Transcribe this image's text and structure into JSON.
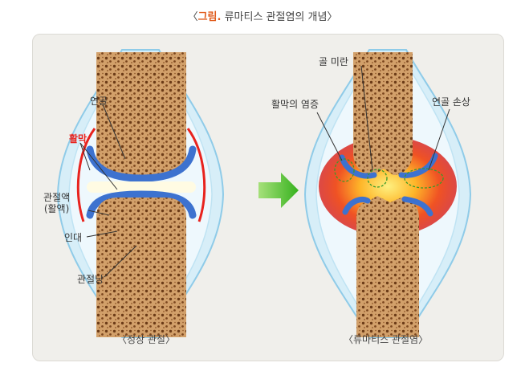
{
  "title": {
    "open": "〈",
    "accent": "그림.",
    "rest": " 류마티스 관절염의 개념〉"
  },
  "normal_joint": {
    "labels": {
      "cartilage": "연골",
      "synovium": "활막",
      "synovial_fluid_line1": "관절액",
      "synovial_fluid_line2": "(활액)",
      "ligament": "인대",
      "joint_capsule": "관절낭"
    },
    "caption": "〈정상 관절〉"
  },
  "ra_joint": {
    "labels": {
      "bone_erosion": "골 미란",
      "synovitis": "활막의 염증",
      "cartilage_damage": "연골 손상"
    },
    "caption": "〈류마티스 관절염〉"
  },
  "arrow": {
    "icon": "right-arrow-icon",
    "color": "#4cbf2a"
  },
  "colors": {
    "accent": "#e05a1a",
    "synovium_label": "#e8231e",
    "bone": "#c8935a",
    "cartilage": "#4a7fd6",
    "capsule": "#bfe3f3",
    "inflammation": "#f25a1c"
  }
}
